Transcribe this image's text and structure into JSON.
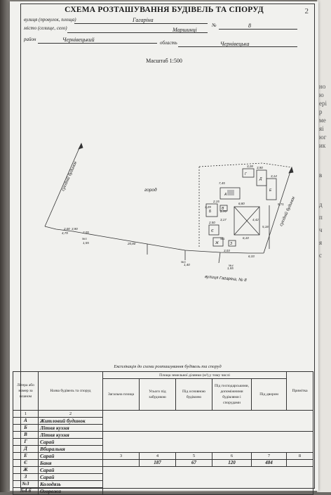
{
  "header": {
    "title": "СХЕМА РОЗТАШУВАННЯ БУДІВЕЛЬ ТА СПОРУД",
    "corner_mark": "2",
    "street_label": "вулиця (провулок, площа)",
    "street_value": "Гагаріна",
    "number_label": "№",
    "number_value": "8",
    "city_label": "місто (селище, село)",
    "city_value": "Маршинці",
    "district_label": "район",
    "district_value": "Чернівецький",
    "region_label": "область",
    "region_value": "Чернівецька"
  },
  "scale": "Масштаб 1:500",
  "plan": {
    "neighbor_left": "сусідній будинок",
    "neighbor_right": "сусідній будинок",
    "garden": "город",
    "street": "вулиця Гагаріна, № 8",
    "dimensions": [
      "4,79",
      "2,00",
      "3,90",
      "2,05",
      "1,55",
      "20,80",
      "1,40",
      "3,03",
      "1,55",
      "6,33",
      "7,45",
      "6,80",
      "3,90",
      "3,14",
      "4,42",
      "3,17",
      "6,10",
      "5,18",
      "3,29",
      "2,15",
      "2,70",
      "2,50",
      "3,28",
      "5,71"
    ],
    "point_labels": [
      "№5",
      "№5",
      "№4",
      "№1"
    ],
    "building_labels": [
      "А",
      "Б",
      "В",
      "Г",
      "Д",
      "Е",
      "Є",
      "Ж",
      "З"
    ]
  },
  "explication": {
    "title": "Експлікація до схеми розташування будівель та споруд",
    "col_letter": "Літера або номер за планом",
    "col_name": "Назва будівель та споруд",
    "col_area_group": "Площа земельної ділянки (м²),у тому числі",
    "col_total": "Загальна площа",
    "col_built": "Усього під забудовою",
    "col_main": "Під основною будівлею",
    "col_aux": "Під господарськими, допоміжними будівлями і спорудами",
    "col_yard": "Під двором",
    "col_note": "Примітка",
    "num_row": [
      "1",
      "2"
    ],
    "area_nums": [
      "3",
      "4",
      "5",
      "6",
      "7",
      "8"
    ],
    "area_values": [
      "",
      "187",
      "67",
      "120",
      "484",
      ""
    ],
    "rows": [
      {
        "letter": "А",
        "name": "Житловий будинок"
      },
      {
        "letter": "Б",
        "name": "Літня кухня"
      },
      {
        "letter": "В",
        "name": "Літня кухня"
      },
      {
        "letter": "Г",
        "name": "Сарай"
      },
      {
        "letter": "Д",
        "name": "Вбиральня"
      },
      {
        "letter": "Е",
        "name": "Сарай"
      },
      {
        "letter": "Є",
        "name": "Баня"
      },
      {
        "letter": "Ж",
        "name": "Сарай"
      },
      {
        "letter": "З",
        "name": "Сарай"
      },
      {
        "letter": "№3",
        "name": "Колодязь"
      },
      {
        "letter": "№4-6",
        "name": "Огорожа"
      }
    ]
  },
  "right_page_fragments": [
    "но",
    "ю",
    "ері",
    "р",
    "ме",
    "яі",
    "юг",
    "ик",
    "в",
    "д",
    "п",
    "ч",
    "я",
    "с"
  ]
}
